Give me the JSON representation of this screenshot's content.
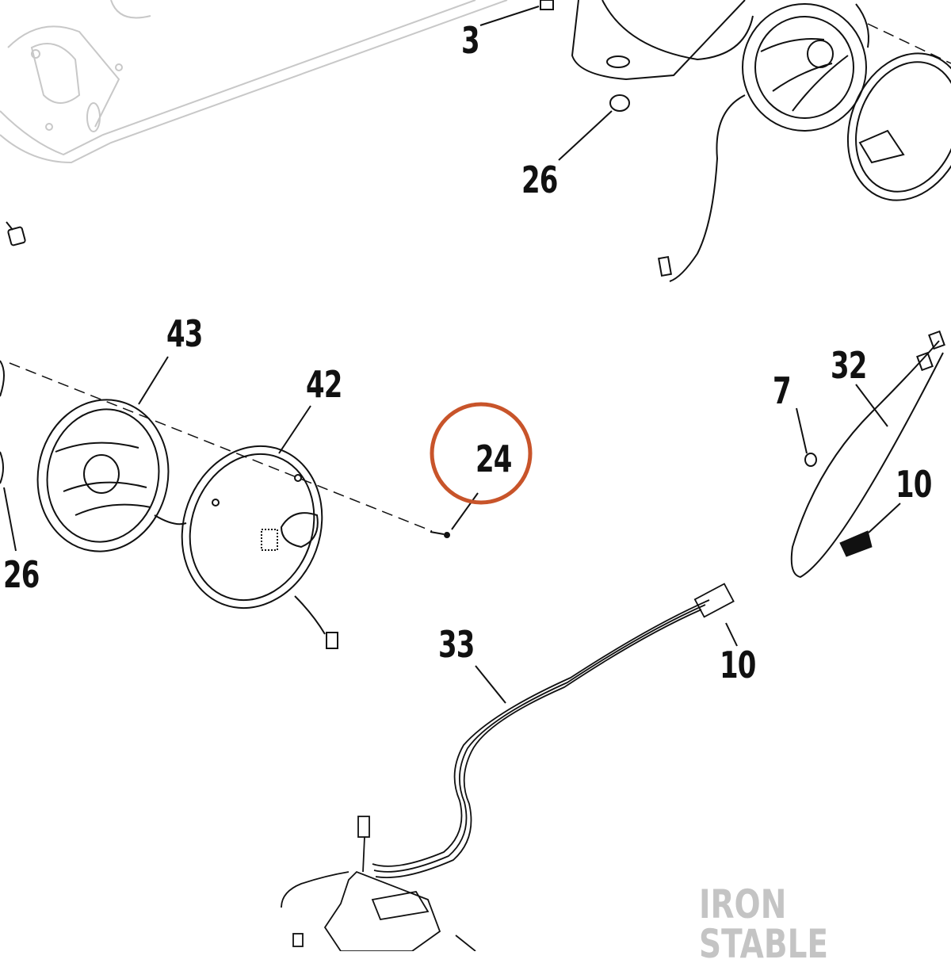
{
  "callouts": [
    {
      "id": "c3",
      "text": "3"
    },
    {
      "id": "c26a",
      "text": "26"
    },
    {
      "id": "c43",
      "text": "43"
    },
    {
      "id": "c42",
      "text": "42"
    },
    {
      "id": "c24",
      "text": "24"
    },
    {
      "id": "c26b",
      "text": "26"
    },
    {
      "id": "c7",
      "text": "7"
    },
    {
      "id": "c32",
      "text": "32"
    },
    {
      "id": "c10a",
      "text": "10"
    },
    {
      "id": "c33",
      "text": "33"
    },
    {
      "id": "c10b",
      "text": "10"
    }
  ],
  "highlight": {
    "callout": "24",
    "color": "#c8542a"
  },
  "watermark": {
    "text": "IRON STABLE"
  },
  "colors": {
    "ink": "#111111",
    "faint": "#bdbdbd",
    "highlight": "#c8542a",
    "watermark": "#c4c4c4"
  }
}
